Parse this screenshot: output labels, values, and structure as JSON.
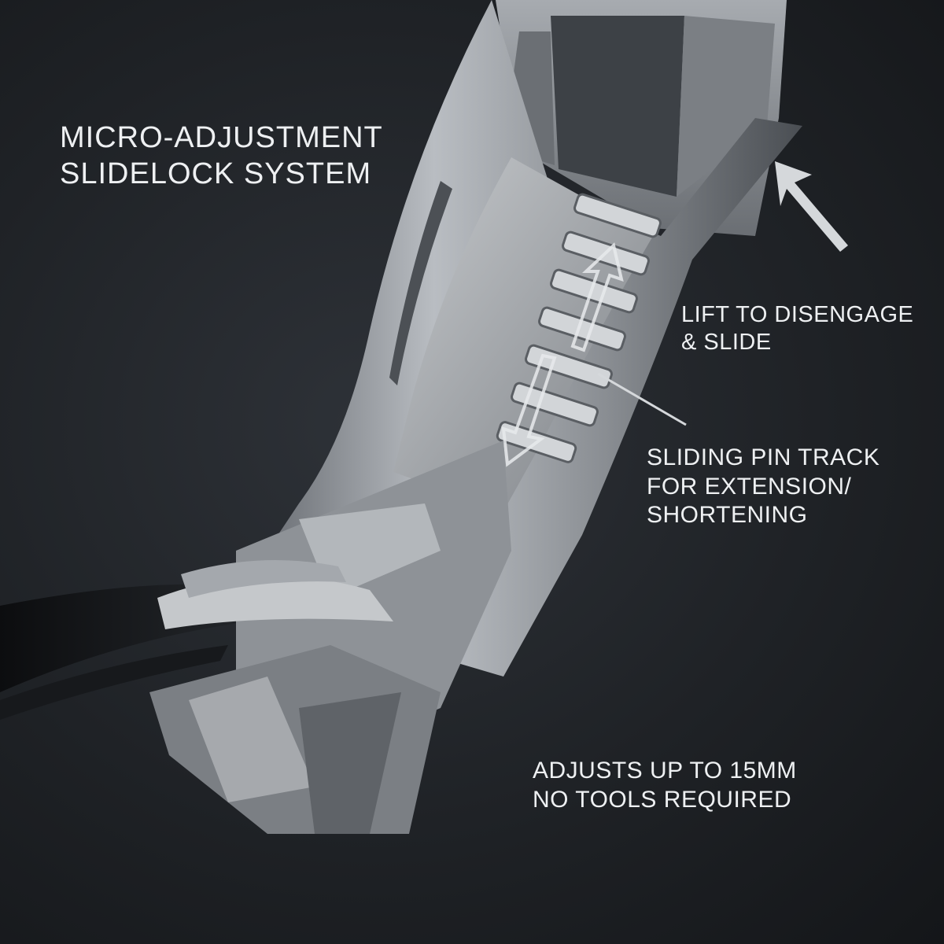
{
  "headline": {
    "line1": "MICRO-ADJUSTMENT",
    "line2": "SLIDELOCK SYSTEM"
  },
  "callouts": {
    "lift": {
      "line1": "LIFT TO DISENGAGE",
      "line2": "& SLIDE"
    },
    "track": {
      "line1": "SLIDING PIN TRACK",
      "line2": "FOR EXTENSION/",
      "line3": "SHORTENING"
    },
    "adjust": {
      "line1": "ADJUSTS UP TO 15MM",
      "line2": "NO TOOLS REQUIRED"
    }
  },
  "colors": {
    "background": "#1f2226",
    "steel": "#8d9196",
    "text": "#eef0f2"
  }
}
